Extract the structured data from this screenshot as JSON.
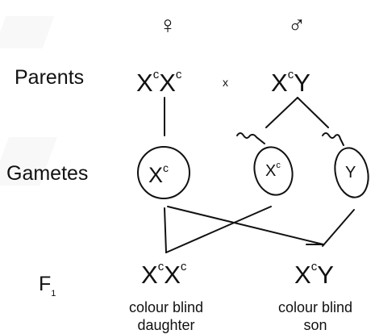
{
  "symbols": {
    "female": "♀",
    "male": "♂"
  },
  "labels": {
    "parents": "Parents",
    "gametes": "Gametes",
    "f1": "F",
    "f1_sub": "1"
  },
  "parents": {
    "female": {
      "a": "X",
      "a_sup": "c",
      "b": "X",
      "b_sup": "c"
    },
    "cross": "x",
    "male": {
      "a": "X",
      "a_sup": "c",
      "b": "Y"
    }
  },
  "gametes": {
    "egg": {
      "base": "X",
      "sup": "c"
    },
    "sperm1": {
      "base": "X",
      "sup": "c"
    },
    "sperm2": {
      "base": "Y"
    }
  },
  "offspring": {
    "daughter": {
      "a": "X",
      "a_sup": "c",
      "b": "X",
      "b_sup": "c",
      "line1": "colour blind",
      "line2": "daughter"
    },
    "son": {
      "a": "X",
      "a_sup": "c",
      "b": "Y",
      "line1": "colour blind",
      "line2": "son"
    }
  },
  "colors": {
    "ink": "#111111"
  }
}
